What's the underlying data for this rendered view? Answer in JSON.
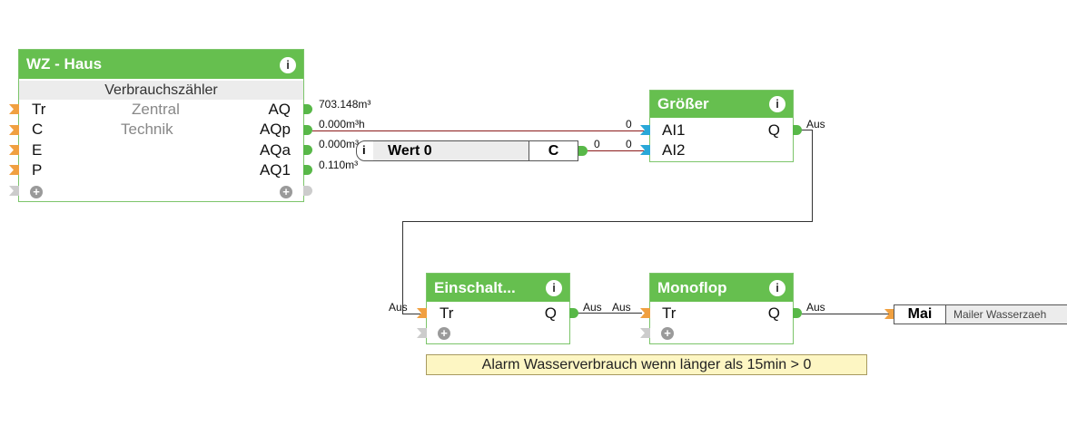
{
  "colors": {
    "block_header": "#66bf4f",
    "analog_line": "#8b1a1a",
    "digital_line": "#333333",
    "note_bg": "#fdf6c3"
  },
  "wz": {
    "title": "WZ - Haus",
    "type": "Verbrauchszähler",
    "room": "Zentral",
    "category": "Technik",
    "inputs": [
      "Tr",
      "C",
      "E",
      "P"
    ],
    "outputs": [
      "AQ",
      "AQp",
      "AQa",
      "AQ1"
    ],
    "output_values": [
      "703.148m³",
      "0.000m³h",
      "0.000m³",
      "0.110m³"
    ]
  },
  "wert": {
    "label": "Wert 0",
    "connector": "C",
    "out_value": "0"
  },
  "groesser": {
    "title": "Größer",
    "inputs": [
      "AI1",
      "AI2"
    ],
    "output": "Q",
    "in_values": [
      "0",
      "0"
    ],
    "out_value": "Aus"
  },
  "einschalt": {
    "title": "Einschalt...",
    "input": "Tr",
    "output": "Q",
    "in_value": "Aus",
    "out_value": "Aus"
  },
  "monoflop": {
    "title": "Monoflop",
    "input": "Tr",
    "output": "Q",
    "in_value": "Aus",
    "out_value": "Aus"
  },
  "mailer": {
    "short": "Mai",
    "name": "Mailer Wasserzaeh"
  },
  "note": "Alarm Wasserverbrauch wenn länger als 15min > 0"
}
